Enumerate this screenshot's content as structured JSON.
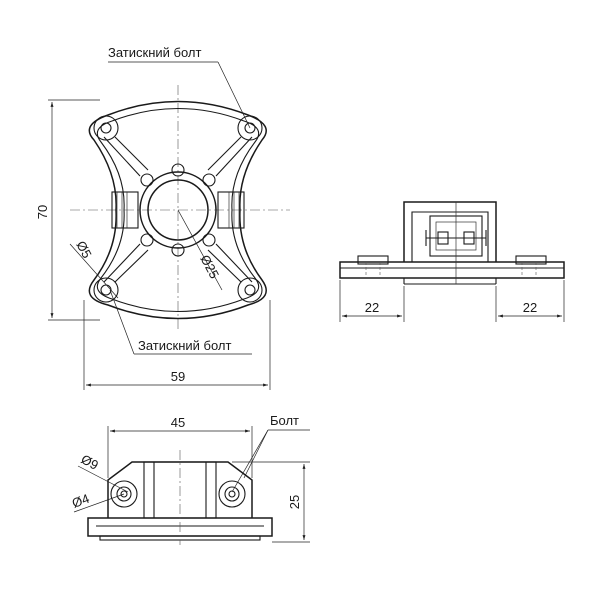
{
  "labels": {
    "clamp_bolt_top": "Затискний болт",
    "clamp_bolt_bottom": "Затискний болт",
    "bolt": "Болт"
  },
  "dimensions": {
    "height_70": "70",
    "width_59": "59",
    "dia_25": "Ø25",
    "dia_5": "Ø5",
    "side_left_22": "22",
    "side_right_22": "22",
    "width_45": "45",
    "height_25": "25",
    "dia_9": "Ø9",
    "dia_4": "Ø4"
  },
  "colors": {
    "line": "#1a1a1a"
  }
}
